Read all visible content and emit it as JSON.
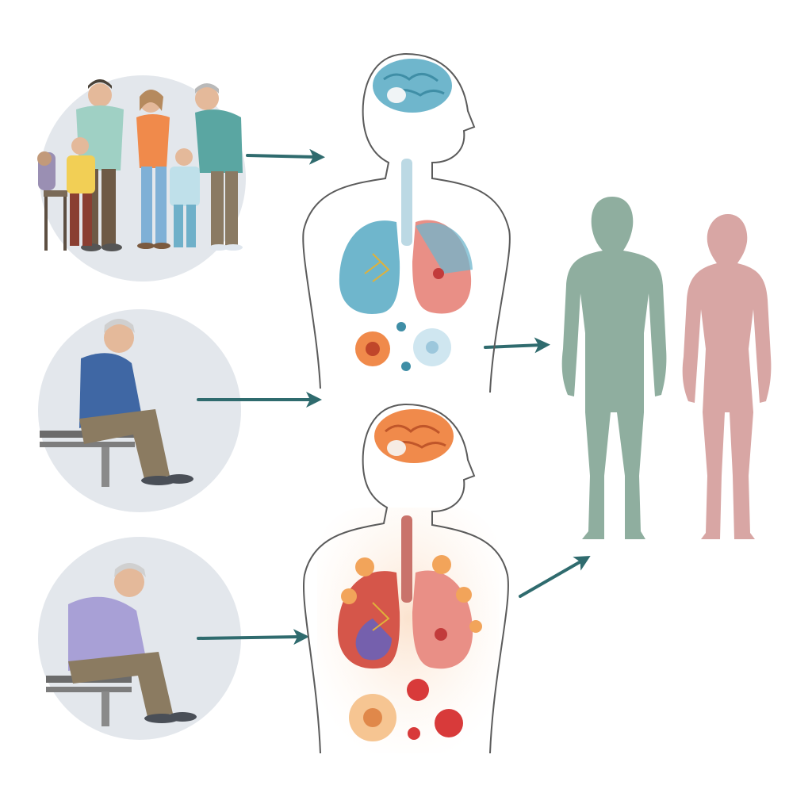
{
  "diagram": {
    "palette": {
      "arrow": "#2f6b6e",
      "circle_bg": "#e3e7ec",
      "outline": "#5b5b5b",
      "healthy_organ": "#6fb6cc",
      "affected_organ": "#e98f86",
      "inflamed_organ": "#d5564a",
      "healthy_silhouette": "#8fae9f",
      "affected_silhouette": "#d8a6a4",
      "body_glow": "#fbe9d6"
    },
    "scenes": [
      {
        "id": "social-group",
        "icons": [
          "adult-icon",
          "child-icon",
          "seated-person-icon"
        ]
      },
      {
        "id": "isolated-elder-1",
        "icons": [
          "elderly-man-icon",
          "bench-icon"
        ]
      },
      {
        "id": "isolated-elder-2",
        "icons": [
          "elderly-man-icon",
          "bench-icon"
        ]
      }
    ],
    "bodies": [
      {
        "id": "body-healthy",
        "icons": [
          "brain-icon",
          "lungs-icon",
          "immune-cell-icon"
        ]
      },
      {
        "id": "body-inflamed",
        "icons": [
          "brain-icon",
          "lungs-icon",
          "virus-icon"
        ]
      }
    ],
    "outcomes": [
      {
        "id": "outcome-male",
        "icon": "male-silhouette-icon"
      },
      {
        "id": "outcome-female",
        "icon": "female-silhouette-icon"
      }
    ]
  }
}
